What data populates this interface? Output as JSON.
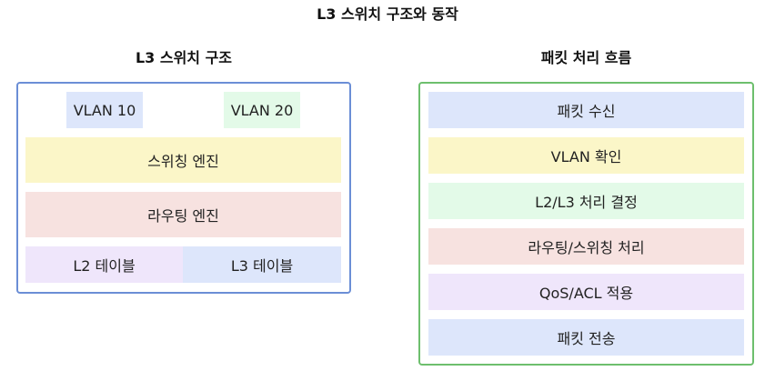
{
  "title": "L3 스위치 구조와 동작",
  "structure": {
    "title": "L3 스위치 구조",
    "border_color": "#6b8ed6",
    "vlans": [
      {
        "label": "VLAN 10",
        "color": "#dde6fb"
      },
      {
        "label": "VLAN 20",
        "color": "#e3fae8"
      }
    ],
    "switching_engine": {
      "label": "스위칭 엔진",
      "color": "#fbf6c8"
    },
    "routing_engine": {
      "label": "라우팅 엔진",
      "color": "#f7e2e0"
    },
    "tables": [
      {
        "label": "L2 테이블",
        "color": "#efe6fb"
      },
      {
        "label": "L3 테이블",
        "color": "#dde6fb"
      }
    ]
  },
  "flow": {
    "title": "패킷 처리 흐름",
    "border_color": "#6dbf6d",
    "steps": [
      {
        "label": "패킷 수신",
        "color": "#dde6fb"
      },
      {
        "label": "VLAN 확인",
        "color": "#fbf6c8"
      },
      {
        "label": "L2/L3 처리 결정",
        "color": "#e3fae8"
      },
      {
        "label": "라우팅/스위칭 처리",
        "color": "#f7e2e0"
      },
      {
        "label": "QoS/ACL 적용",
        "color": "#efe6fb"
      },
      {
        "label": "패킷 전송",
        "color": "#dde6fb"
      }
    ]
  }
}
